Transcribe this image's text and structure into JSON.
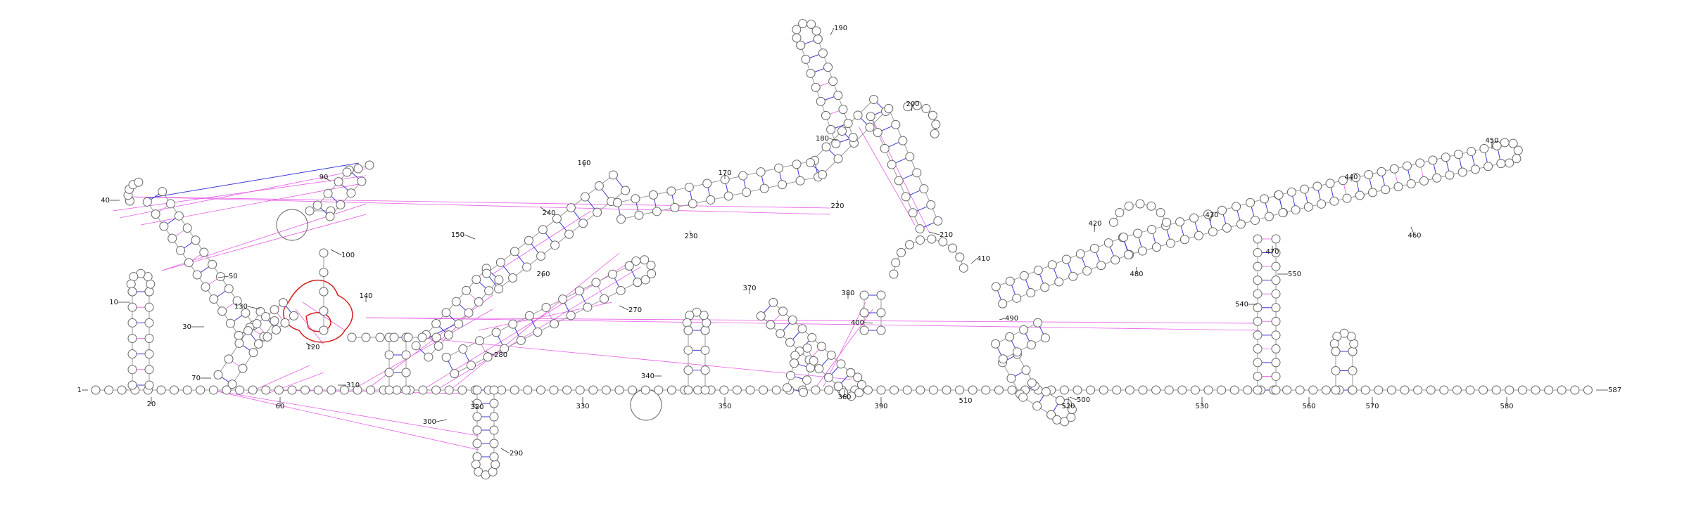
{
  "diagram": {
    "type": "rna-secondary-structure",
    "sequence_length": 587,
    "position_labels": [
      "1",
      "10",
      "20",
      "30",
      "40",
      "50",
      "60",
      "70",
      "90",
      "100",
      "120",
      "130",
      "140",
      "150",
      "160",
      "170",
      "180",
      "190",
      "200",
      "210",
      "220",
      "230",
      "240",
      "260",
      "270",
      "280",
      "290",
      "300",
      "310",
      "320",
      "330",
      "340",
      "350",
      "360",
      "370",
      "380",
      "390",
      "400",
      "410",
      "420",
      "430",
      "440",
      "450",
      "460",
      "470",
      "480",
      "490",
      "500",
      "510",
      "520",
      "530",
      "540",
      "550",
      "560",
      "570",
      "580",
      "587"
    ],
    "colors": {
      "nucleotide_stroke": "#666666",
      "canonical_pair": "#3b3bd6",
      "noncanonical_interaction": "#e65ce6",
      "highlighted_motif": "#d42020"
    }
  }
}
